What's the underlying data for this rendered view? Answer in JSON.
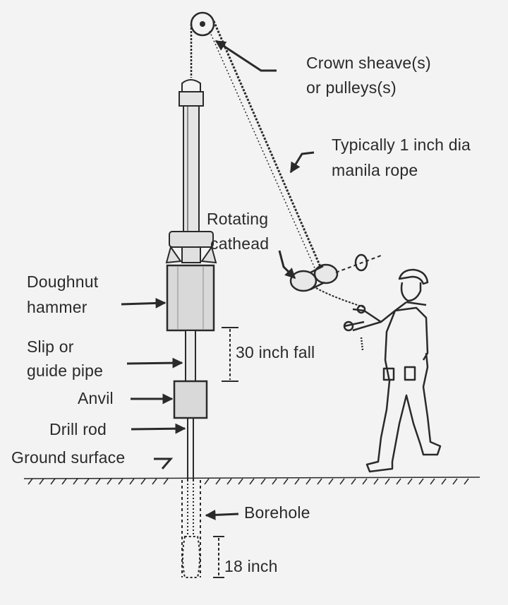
{
  "labels": {
    "crown_sheave_line1": "Crown sheave(s)",
    "crown_sheave_line2": "or pulleys(s)",
    "rope_line1": "Typically 1 inch dia",
    "rope_line2": "manila rope",
    "cathead_line1": "Rotating",
    "cathead_line2": "cathead",
    "hammer_line1": "Doughnut",
    "hammer_line2": "hammer",
    "fall": "30 inch fall",
    "guide_line1": "Slip or",
    "guide_line2": "guide pipe",
    "anvil": "Anvil",
    "drill_rod": "Drill rod",
    "ground_surface": "Ground surface",
    "borehole": "Borehole",
    "depth": "18 inch"
  },
  "colors": {
    "background": "#f3f3f3",
    "ink": "#2a2a2a",
    "metal_fill": "#d9d9d9"
  }
}
